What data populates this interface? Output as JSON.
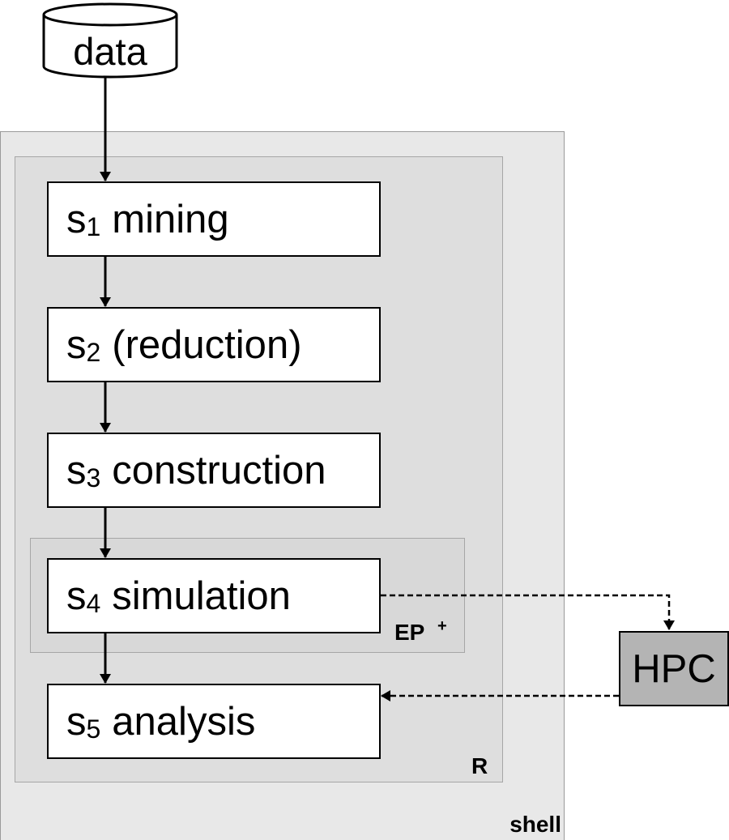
{
  "data_store": {
    "label": "data"
  },
  "steps": [
    {
      "letter": "s",
      "index": "1",
      "name": "mining"
    },
    {
      "letter": "s",
      "index": "2",
      "name": "(reduction)"
    },
    {
      "letter": "s",
      "index": "3",
      "name": "construction"
    },
    {
      "letter": "s",
      "index": "4",
      "name": "simulation"
    },
    {
      "letter": "s",
      "index": "5",
      "name": "analysis"
    }
  ],
  "external": {
    "label": "HPC"
  },
  "regions": {
    "shell": "shell",
    "r": "R",
    "ep": "EP",
    "ep_sup": "+"
  },
  "colors": {
    "shell_fill": "#e8e8e8",
    "r_fill": "#dedede",
    "ep_fill": "#d8d8d8",
    "hpc_fill": "#b4b4b4",
    "step_fill": "#ffffff"
  }
}
